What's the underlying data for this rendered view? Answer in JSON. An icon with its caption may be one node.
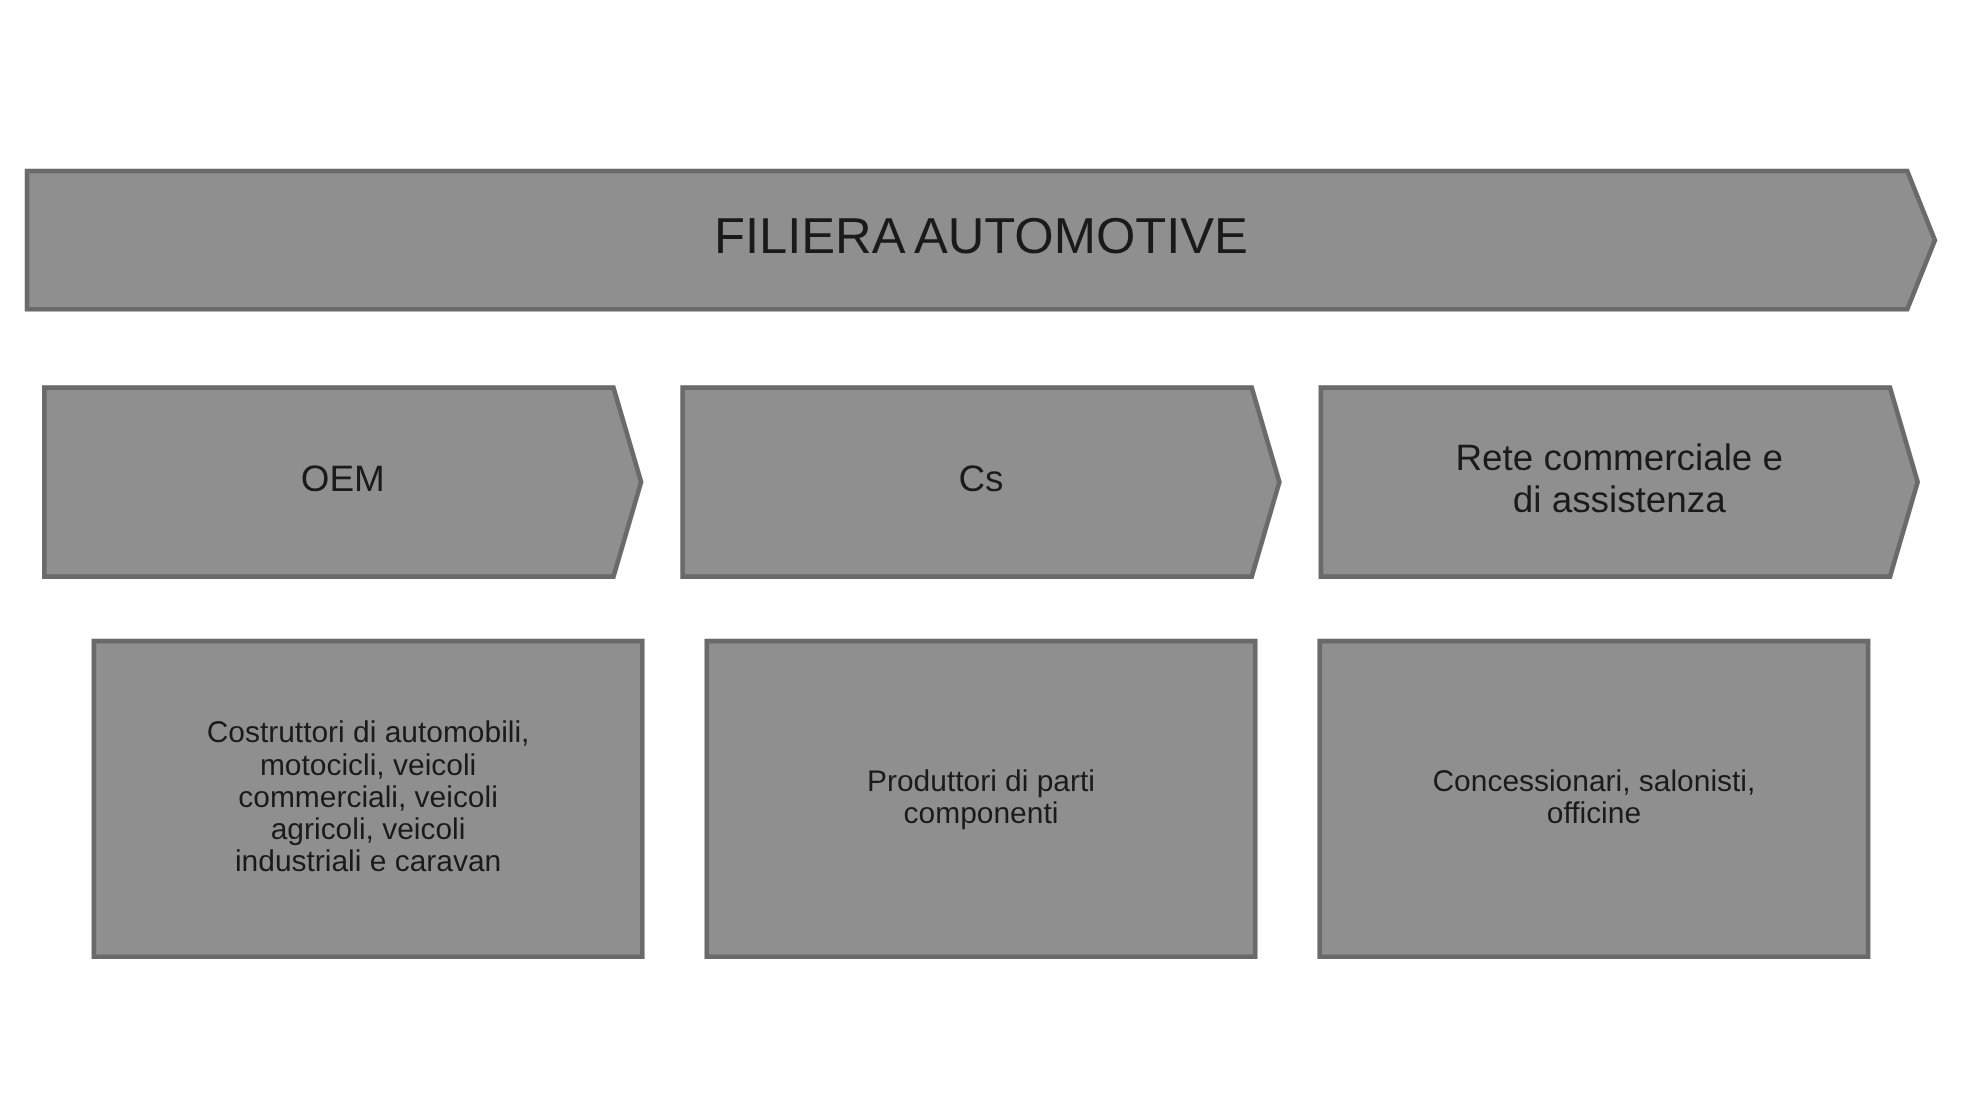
{
  "diagram": {
    "nodes": [
      {
        "text": [
          "FILIERA AUTOMOTIVE"
        ]
      },
      {
        "text": [
          "OEM"
        ]
      },
      {
        "text": [
          "Cs"
        ]
      },
      {
        "text": [
          "Rete commerciale e di assistenza"
        ]
      },
      {
        "text": [
          "Costruttori di automobili, motocicli, veicoli commerciali, veicoli agricoli, veicoli industriali e caravan"
        ]
      },
      {
        "text": [
          "Produttori di parti componenti"
        ]
      },
      {
        "text": [
          "Concessionari, salonisti, officine"
        ]
      }
    ]
  }
}
